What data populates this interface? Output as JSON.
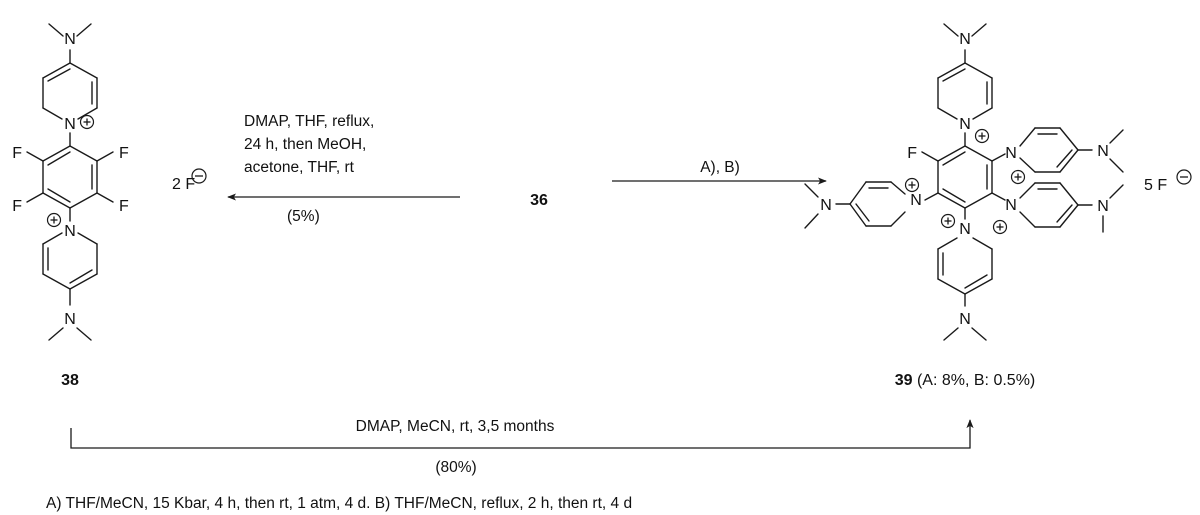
{
  "atoms": {
    "N": "N",
    "F": "F"
  },
  "counterions": {
    "left": "2 F",
    "right": "5 F"
  },
  "compounds": {
    "start": "36",
    "left_product": "38",
    "right_product": "39",
    "right_product_yields": " (A: 8%, B: 0.5%)"
  },
  "reactions": {
    "left": {
      "conditions": [
        "DMAP, THF, reflux,",
        "24 h, then MeOH,",
        "acetone, THF, rt"
      ],
      "yield": "(5%)"
    },
    "right": {
      "conditions": "A), B)"
    },
    "bottom": {
      "conditions": "DMAP, MeCN, rt, 3,5 months",
      "yield": "(80%)"
    }
  },
  "footnote": "A) THF/MeCN, 15 Kbar, 4 h, then rt, 1 atm, 4 d. B) THF/MeCN, reflux, 2 h, then rt, 4 d",
  "colors": {
    "ink": "#1a1a1a",
    "background": "#ffffff"
  }
}
